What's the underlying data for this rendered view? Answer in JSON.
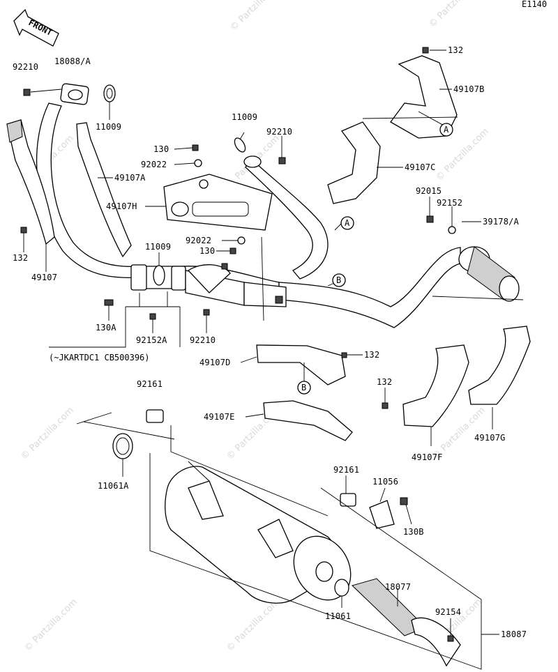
{
  "figure_code": "E1140",
  "front_label": "FRONT",
  "watermark": "© Partzilla.com",
  "serial_note": "(~JKARTDC1 CB500396)",
  "callouts": [
    "A",
    "A",
    "B",
    "B"
  ],
  "parts": [
    {
      "id": "p132a",
      "number": "132"
    },
    {
      "id": "p49107B",
      "number": "49107B"
    },
    {
      "id": "p92210a",
      "number": "92210"
    },
    {
      "id": "p18088A",
      "number": "18088/A"
    },
    {
      "id": "p11009a",
      "number": "11009"
    },
    {
      "id": "p11009b",
      "number": "11009"
    },
    {
      "id": "p92210b",
      "number": "92210"
    },
    {
      "id": "p49107C",
      "number": "49107C"
    },
    {
      "id": "p130a",
      "number": "130"
    },
    {
      "id": "p92022a",
      "number": "92022"
    },
    {
      "id": "p49107A",
      "number": "49107A"
    },
    {
      "id": "p49107H",
      "number": "49107H"
    },
    {
      "id": "p92015",
      "number": "92015"
    },
    {
      "id": "p92152",
      "number": "92152"
    },
    {
      "id": "p39178A",
      "number": "39178/A"
    },
    {
      "id": "p132b",
      "number": "132"
    },
    {
      "id": "p49107",
      "number": "49107"
    },
    {
      "id": "p11009c",
      "number": "11009"
    },
    {
      "id": "p92022b",
      "number": "92022"
    },
    {
      "id": "p130b",
      "number": "130"
    },
    {
      "id": "p130A",
      "number": "130A"
    },
    {
      "id": "p92152A",
      "number": "92152A"
    },
    {
      "id": "p92210c",
      "number": "92210"
    },
    {
      "id": "p132c",
      "number": "132"
    },
    {
      "id": "p49107D",
      "number": "49107D"
    },
    {
      "id": "p132d",
      "number": "132"
    },
    {
      "id": "p92161a",
      "number": "92161"
    },
    {
      "id": "p49107E",
      "number": "49107E"
    },
    {
      "id": "p49107F",
      "number": "49107F"
    },
    {
      "id": "p49107G",
      "number": "49107G"
    },
    {
      "id": "p11061A",
      "number": "11061A"
    },
    {
      "id": "p92161b",
      "number": "92161"
    },
    {
      "id": "p11056",
      "number": "11056"
    },
    {
      "id": "p130B",
      "number": "130B"
    },
    {
      "id": "p18077",
      "number": "18077"
    },
    {
      "id": "p11061",
      "number": "11061"
    },
    {
      "id": "p92154",
      "number": "92154"
    },
    {
      "id": "p18087",
      "number": "18087"
    }
  ]
}
